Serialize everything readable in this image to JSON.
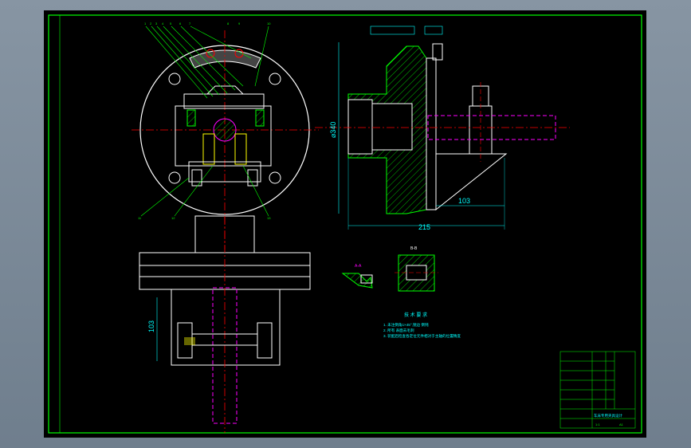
{
  "drawing": {
    "dimensions": {
      "diameter": "⌀340",
      "depth": "103",
      "width": "215",
      "bottom_height": "103"
    },
    "section_labels": {
      "view_a": "A-A",
      "view_b": "B-B"
    },
    "technical_requirements": {
      "title": "技 术 要 求",
      "items": [
        "1. 未注倒角1×45°,锐边 倒钝",
        "2. 所有 表面去毛刺",
        "3. 装配后检查各定位元件相对于主轴的位置精度"
      ]
    },
    "part_numbers": [
      "1",
      "2",
      "3",
      "4",
      "5",
      "6",
      "7",
      "8",
      "9",
      "10",
      "11",
      "12",
      "13"
    ],
    "title_block": {
      "title": "车床专用夹具设计",
      "scale": "1:1",
      "sheet": "A1"
    }
  },
  "colors": {
    "background": "#000000",
    "outline": "#00ff00",
    "centerline": "#ff0000",
    "hidden": "#ff00ff",
    "dimension": "#00ffff",
    "hatch": "#00ff00",
    "parts": "#ffffff",
    "accent": "#ffff00"
  }
}
